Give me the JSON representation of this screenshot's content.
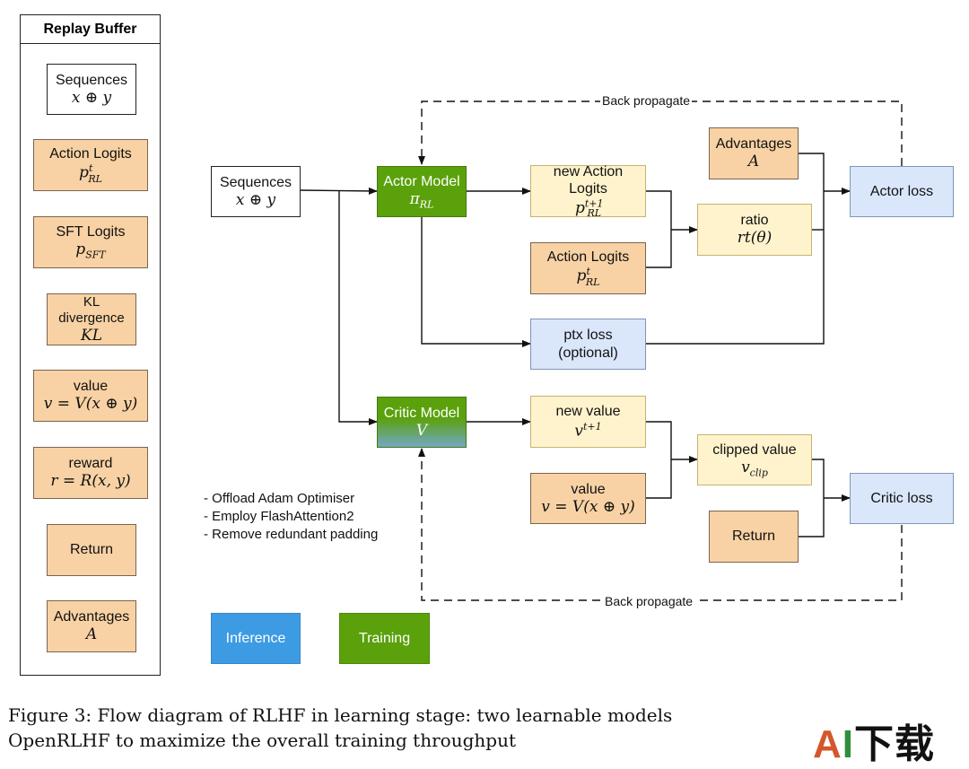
{
  "replay_buffer": {
    "title": "Replay Buffer",
    "items": [
      {
        "label": "Sequences",
        "math": "x ⊕ y"
      },
      {
        "label": "Action Logits",
        "math": "p"
      },
      {
        "label": "SFT Logits",
        "math": "p"
      },
      {
        "label": "KL divergence",
        "math": "KL"
      },
      {
        "label": "value",
        "math": "v = V(x ⊕ y)"
      },
      {
        "label": "reward",
        "math": "r = R(x, y)"
      },
      {
        "label": "Return",
        "math": ""
      },
      {
        "label": "Advantages",
        "math": "A"
      }
    ],
    "sup_t": "t",
    "sub_rl": "RL",
    "sub_sft": "SFT"
  },
  "flow": {
    "sequences": {
      "label": "Sequences",
      "math": "x ⊕ y"
    },
    "actor_model": {
      "label": "Actor Model",
      "math": "π",
      "sub": "RL"
    },
    "critic_model": {
      "label": "Critic Model",
      "math": "V"
    },
    "new_action_logits": {
      "line1": "new Action",
      "line2": "Logits",
      "math": "p",
      "sup": "t+1",
      "sub": "RL"
    },
    "action_logits": {
      "label": "Action Logits",
      "math": "p",
      "sup": "t",
      "sub": "RL"
    },
    "advantages": {
      "label": "Advantages",
      "math": "A"
    },
    "ratio": {
      "label": "ratio",
      "math": "rt(θ)"
    },
    "actor_loss": {
      "label": "Actor loss"
    },
    "ptx_loss": {
      "line1": "ptx loss",
      "line2": "(optional)"
    },
    "new_value": {
      "label": "new value",
      "math": "v",
      "sup": "t+1"
    },
    "value": {
      "label": "value",
      "math": "v = V(x ⊕ y)"
    },
    "clipped_value": {
      "label": "clipped value",
      "math": "v",
      "sub": "clip"
    },
    "return": {
      "label": "Return"
    },
    "critic_loss": {
      "label": "Critic loss"
    },
    "back_propagate_top": "Back propagate",
    "back_propagate_bottom": "Back propagate"
  },
  "notes": [
    "- Offload Adam Optimiser",
    "- Employ FlashAttention2",
    "- Remove redundant padding"
  ],
  "legend": {
    "inference": "Inference",
    "training": "Training"
  },
  "caption": {
    "line1": "Figure 3: Flow diagram of RLHF in learning stage: two learnable models",
    "line2": "OpenRLHF to maximize the overall training throughput"
  },
  "logo": {
    "a": "A",
    "i": "I",
    "rest": "下载"
  }
}
